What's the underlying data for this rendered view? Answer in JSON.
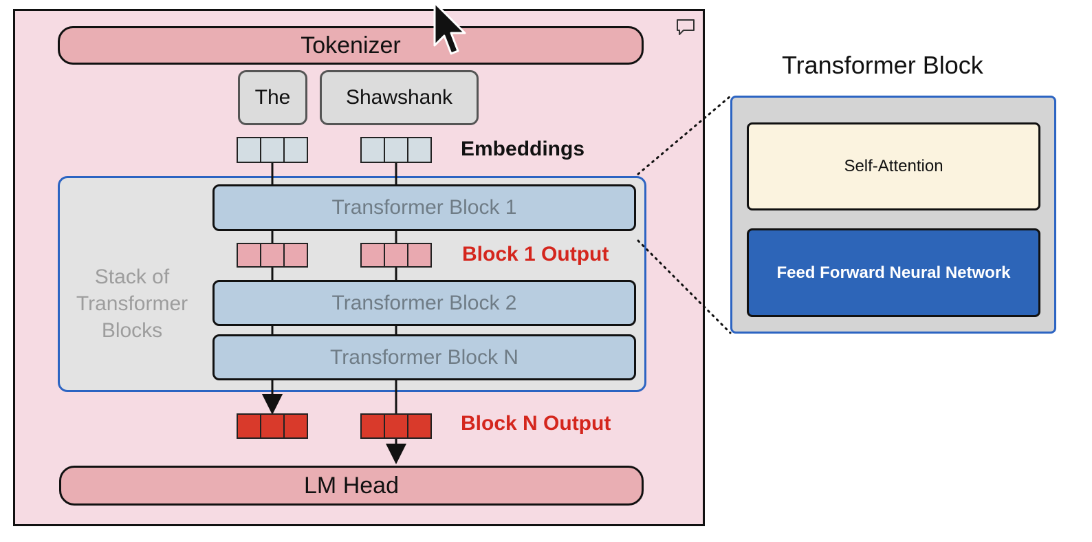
{
  "pipeline": {
    "tokenizer_label": "Tokenizer",
    "tokens": [
      "The",
      "Shawshank"
    ],
    "embeddings_label": "Embeddings",
    "blocks": [
      "Transformer Block 1",
      "Transformer Block 2",
      "Transformer Block N"
    ],
    "block1_output_label": "Block 1 Output",
    "blockN_output_label": "Block N Output",
    "stack_label_lines": [
      "Stack of",
      "Transformer",
      "Blocks"
    ],
    "lm_head_label": "LM Head"
  },
  "detail": {
    "title": "Transformer Block",
    "self_attention_label": "Self-Attention",
    "ffnn_label": "Feed Forward Neural Network"
  },
  "colors": {
    "frame_bg": "#f6dbe3",
    "pill": "#e9aeb3",
    "block": "#b8cde0",
    "stack_border": "#2c64c2",
    "output_red": "#d4261d",
    "ffnn_blue": "#2d65b8"
  },
  "icons": [
    "comment-icon",
    "mouse-cursor-icon"
  ]
}
